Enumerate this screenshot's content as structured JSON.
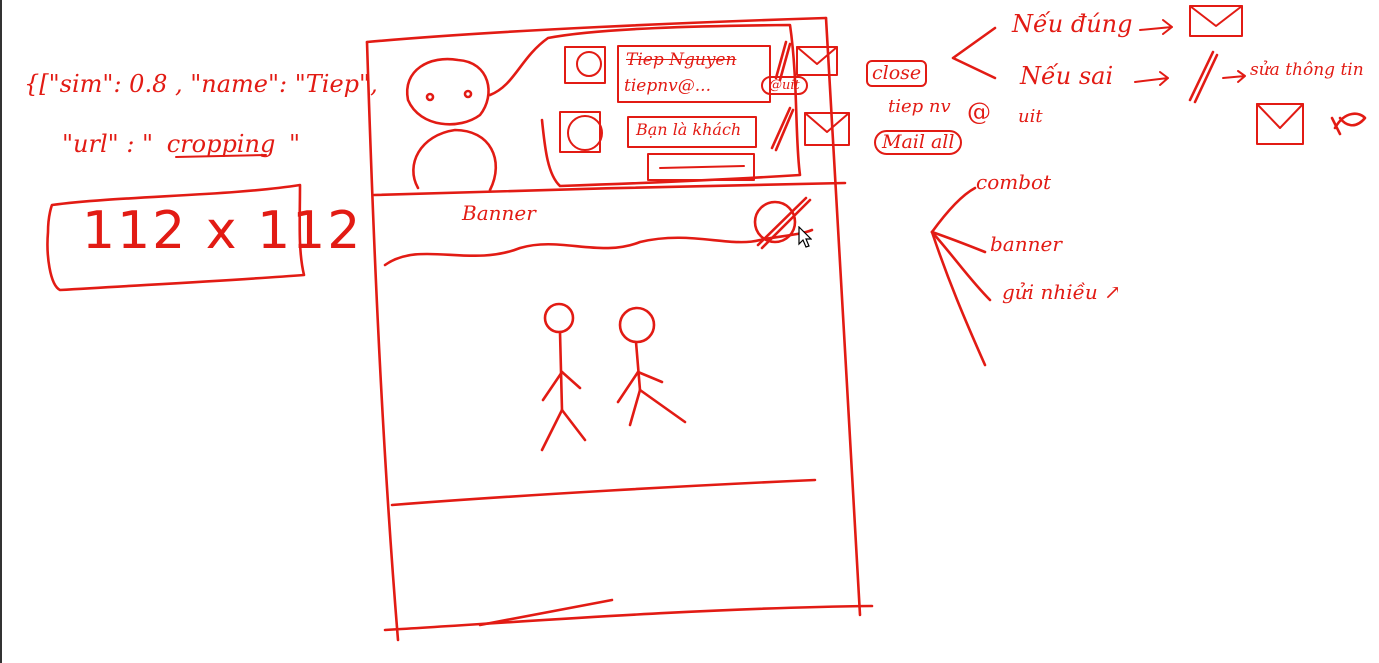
{
  "annotations": {
    "json_line1": "{[\"sim\": 0.8 , \"name\": \"Tiep\",",
    "json_line2": "\"url\" : \"",
    "json_url_value": "cropping",
    "json_line2_end": "\"",
    "size_label": "112 x 112"
  },
  "mockup": {
    "profile1_name": "Tiep Nguyen",
    "profile1_email": "tiepnv@...",
    "profile1_domain": "@uit",
    "profile2_name": "Bạn là khách",
    "banner_label": "Banner"
  },
  "side_notes": {
    "close_label": "close",
    "email_prefix": "tiep nv",
    "email_at": "@",
    "email_domain": "uit",
    "mail_all": "Mail all",
    "if_correct": "Nếu đúng",
    "if_wrong": "Nếu sai",
    "edit_info": "sửa thông tin",
    "option_1": "combot",
    "option_2": "banner",
    "option_3": "gửi nhiều ↗"
  },
  "colors": {
    "ink": "#e21b14",
    "background": "#ffffff"
  },
  "icons": [
    "envelope-icon",
    "pencil-icon",
    "person-icon",
    "cursor-icon"
  ]
}
